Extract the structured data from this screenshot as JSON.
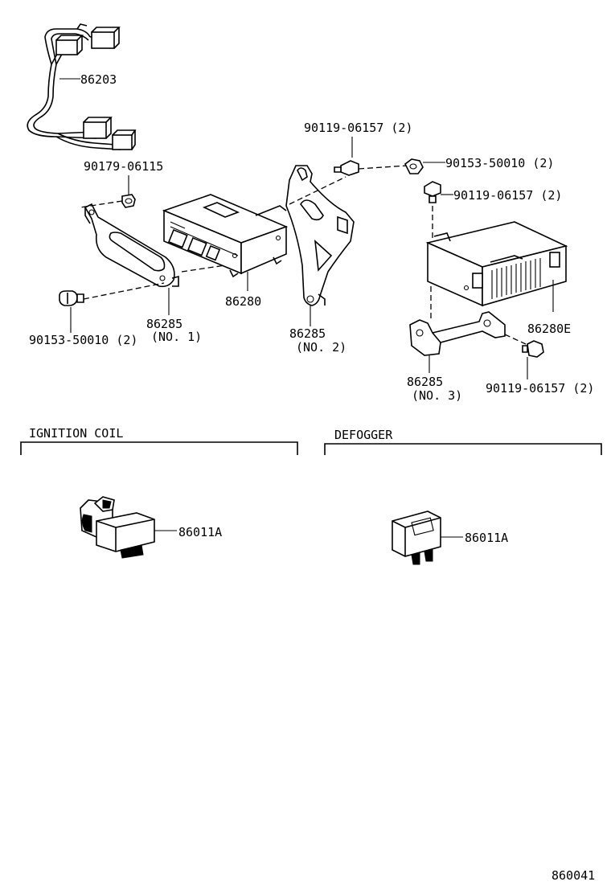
{
  "parts": {
    "wire_harness": "86203",
    "nut_small": "90179-06115",
    "screw_left": "90153-50010 (2)",
    "bracket_no1_number": "86285",
    "bracket_no1_tag": "(NO. 1)",
    "amplifier": "86280",
    "bolt_top": "90119-06157 (2)",
    "bracket_no2_number": "86285",
    "bracket_no2_tag": "(NO. 2)",
    "screw_right": "90153-50010 (2)",
    "bolt_right": "90119-06157 (2)",
    "amplifier_e": "86280E",
    "bracket_no3_number": "86285",
    "bracket_no3_tag": "(NO. 3)",
    "bolt_lower": "90119-06157 (2)"
  },
  "sections": {
    "ignition_coil": {
      "title": "IGNITION COIL",
      "part": "86011A"
    },
    "defogger": {
      "title": "DEFOGGER",
      "part": "86011A"
    }
  },
  "diagram_id": "860041"
}
